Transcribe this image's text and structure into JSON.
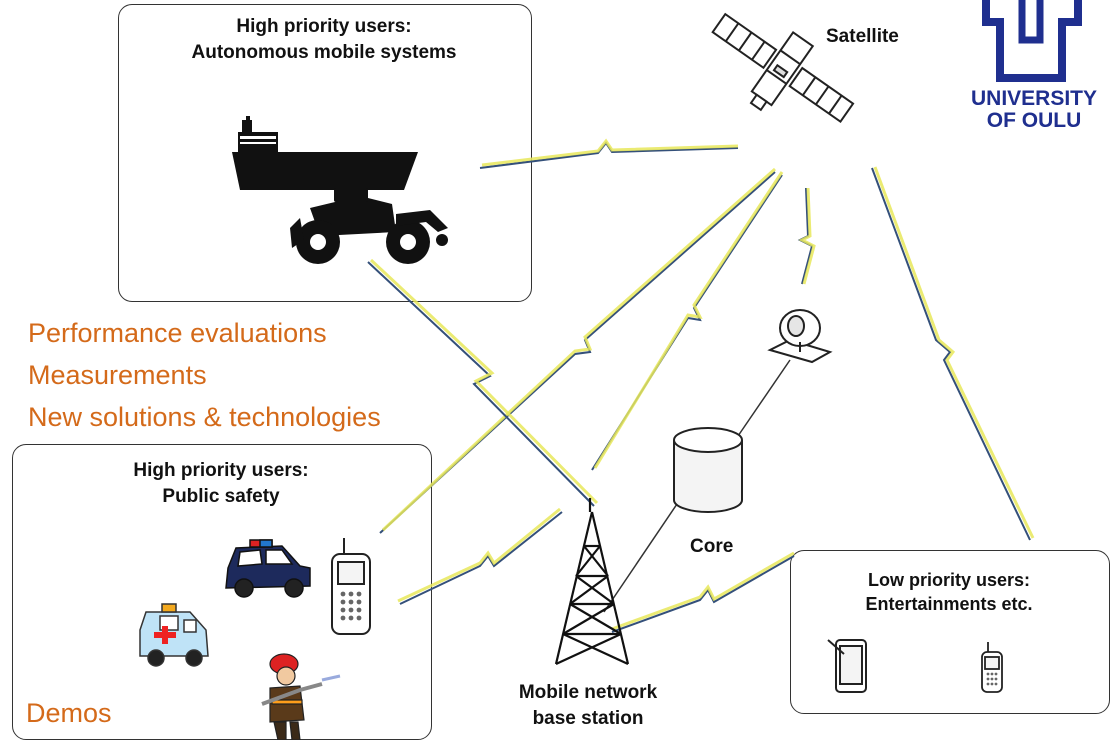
{
  "boxes": {
    "autonomous": {
      "title_line1": "High priority users:",
      "title_line2": "Autonomous mobile systems"
    },
    "public_safety": {
      "title_line1": "High priority users:",
      "title_line2": "Public safety"
    },
    "low_priority": {
      "title_line1": "Low priority users:",
      "title_line2": "Entertainments etc."
    }
  },
  "labels": {
    "satellite": "Satellite",
    "core": "Core",
    "base_station_line1": "Mobile network",
    "base_station_line2": "base station"
  },
  "annotations": {
    "performance": "Performance evaluations",
    "measurements": "Measurements",
    "new_solutions": "New solutions & technologies",
    "demos": "Demos"
  },
  "logo": {
    "line1": "UNIVERSITY",
    "line2": "OF OULU"
  },
  "colors": {
    "orange_text": "#d46a1a",
    "logo_blue": "#1f2f8f",
    "link_blue": "#34507a",
    "link_yellow": "#e8e85a"
  },
  "icons": [
    "ship-icon",
    "loader-vehicle-icon",
    "satellite-icon",
    "dish-antenna-icon",
    "core-database-icon",
    "tower-icon",
    "police-car-icon",
    "ambulance-icon",
    "firefighter-icon",
    "mobile-phone-icon",
    "tablet-icon",
    "small-phone-icon",
    "university-logo-icon"
  ]
}
